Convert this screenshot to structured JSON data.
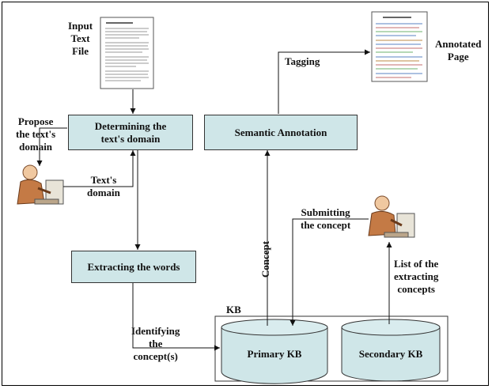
{
  "nodes": {
    "input_file": "Input\nText\nFile",
    "annotated_page": "Annotated\nPage",
    "determine_domain": "Determining the\ntext's domain",
    "semantic_annotation": "Semantic Annotation",
    "extract_words": "Extracting the words",
    "kb_container": "KB",
    "primary_kb": "Primary KB",
    "secondary_kb": "Secondary KB"
  },
  "edges": {
    "propose_domain": "Propose\nthe text's\ndomain",
    "texts_domain": "Text's\ndomain",
    "tagging": "Tagging",
    "concept": "Concept",
    "submitting": "Submitting\nthe concept",
    "list_of_concepts": "List of the\nextracting\nconcepts",
    "identifying": "Identifying\nthe\nconcept(s)"
  }
}
